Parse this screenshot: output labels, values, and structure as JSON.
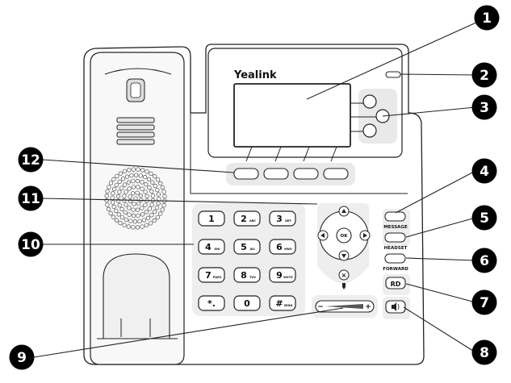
{
  "brand": "Yealink",
  "callouts": [
    "1",
    "2",
    "3",
    "4",
    "5",
    "6",
    "7",
    "8",
    "9",
    "10",
    "11",
    "12"
  ],
  "keypad": [
    {
      "main": "1",
      "sub": ""
    },
    {
      "main": "2",
      "sub": "ABC"
    },
    {
      "main": "3",
      "sub": "DEF"
    },
    {
      "main": "4",
      "sub": "GHI"
    },
    {
      "main": "5",
      "sub": "JKL"
    },
    {
      "main": "6",
      "sub": "MNO"
    },
    {
      "main": "7",
      "sub": "PQRS"
    },
    {
      "main": "8",
      "sub": "TUV"
    },
    {
      "main": "9",
      "sub": "WXYZ"
    },
    {
      "main": "*.",
      "sub": ""
    },
    {
      "main": "0",
      "sub": ""
    },
    {
      "main": "#",
      "sub": "SEND"
    }
  ],
  "nav": {
    "ok": "OK",
    "cancel": "×"
  },
  "function_keys": {
    "message": "MESSAGE",
    "headset": "HEADSET",
    "forward": "FORWARD",
    "redial": "RD"
  },
  "volume": {
    "minus": "−",
    "plus": "+"
  },
  "colors": {
    "callout_fill": "#000000",
    "outline": "#222222",
    "key_fill": "#e4e4e4",
    "panel_fill": "#eeeeee"
  }
}
